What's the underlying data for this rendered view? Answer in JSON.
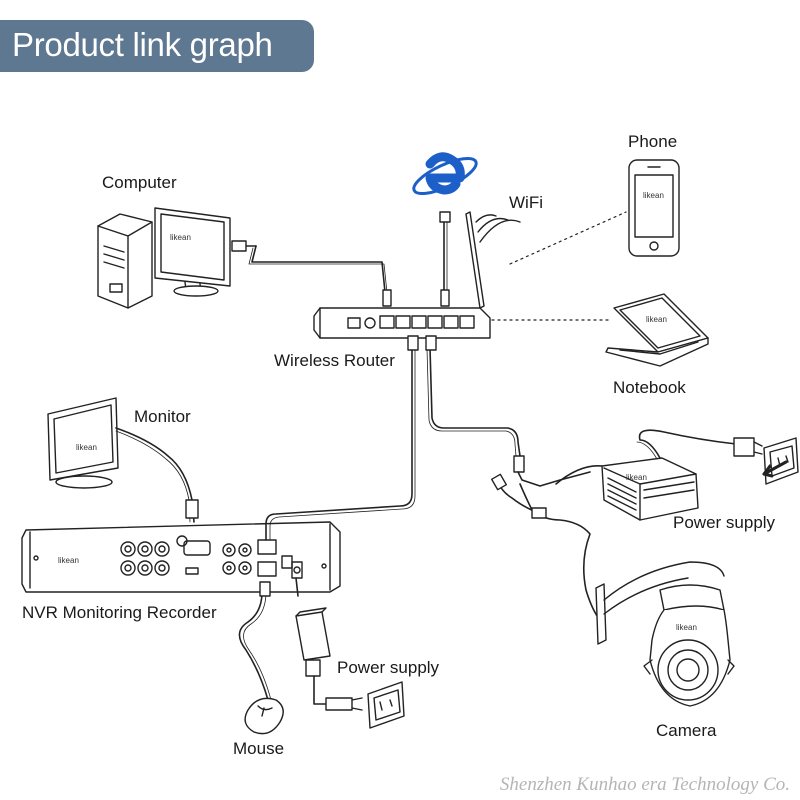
{
  "title": "Product link graph",
  "brand_label": "likean",
  "labels": {
    "computer": "Computer",
    "phone": "Phone",
    "wifi": "WiFi",
    "wireless_router": "Wireless Router",
    "notebook": "Notebook",
    "monitor": "Monitor",
    "power_supply_camera": "Power supply",
    "nvr": "NVR Monitoring Recorder",
    "power_supply_nvr": "Power supply",
    "camera": "Camera",
    "mouse": "Mouse"
  },
  "footer": "Shenzhen Kunhao era Technology Co.",
  "colors": {
    "banner": "#5e7891",
    "ie_logo": "#1d5fc9",
    "line": "#222222"
  }
}
